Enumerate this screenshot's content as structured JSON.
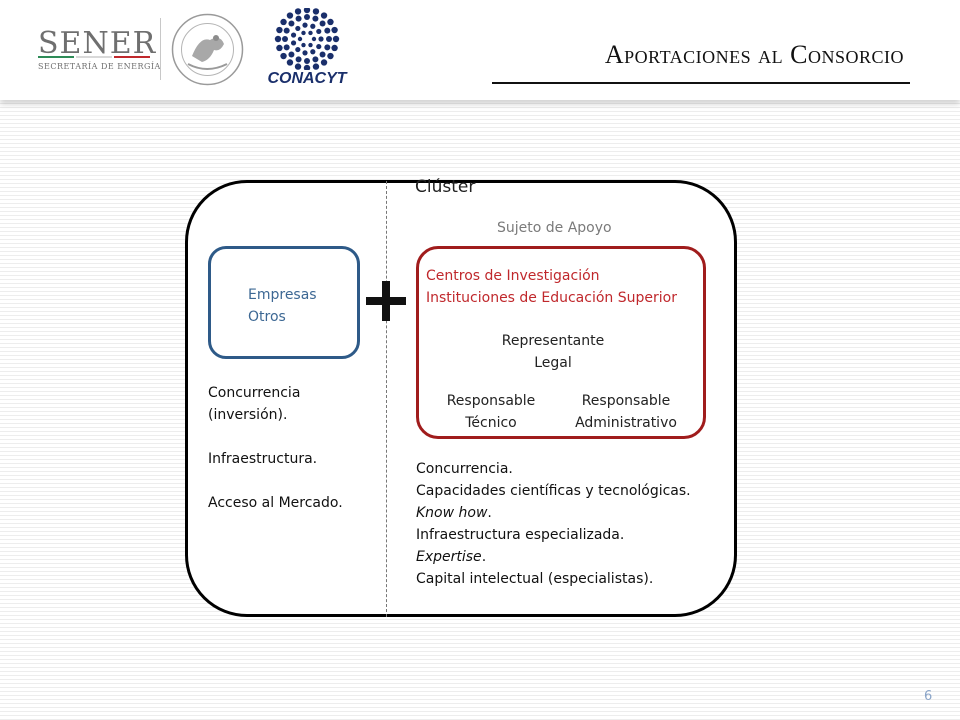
{
  "header": {
    "sener_name": "SENER",
    "sener_subtitle": "SECRETARÍA DE ENERGÍA",
    "conacyt_name": "CONACYT",
    "title": "Aportaciones al Consorcio",
    "colors": {
      "sener_gray": "#6f6f6f",
      "conacyt_blue": "#1a2f6b",
      "sener_green": "#2e8b57",
      "sener_red": "#c0282c"
    }
  },
  "diagram": {
    "cluster_label": "Clúster",
    "sujeto_label": "Sujeto de Apoyo",
    "companies": {
      "line1": "Empresas",
      "line2": "Otros",
      "color": "#2e5a88"
    },
    "institutions": {
      "line1": "Centros de Investigación",
      "line2": "Instituciones de Educación Superior",
      "color": "#a01c1c"
    },
    "representante": {
      "line1": "Representante",
      "line2": "Legal"
    },
    "responsable_tecnico": {
      "line1": "Responsable",
      "line2": "Técnico"
    },
    "responsable_admin": {
      "line1": "Responsable",
      "line2": "Administrativo"
    },
    "plus_icon": "plus-icon",
    "left_items": {
      "concurrencia_1": "Concurrencia",
      "concurrencia_2": "(inversión).",
      "infraestructura": "Infraestructura.",
      "acceso": "Acceso al Mercado."
    },
    "right_items": {
      "concurrencia": "Concurrencia.",
      "capacidades": "Capacidades científicas y tecnológicas.",
      "know_how": "Know how",
      "infraestructura": "Infraestructura especializada.",
      "expertise": "Expertise",
      "capital": "Capital intelectual (especialistas)."
    }
  },
  "footer": {
    "page_number": "6"
  }
}
